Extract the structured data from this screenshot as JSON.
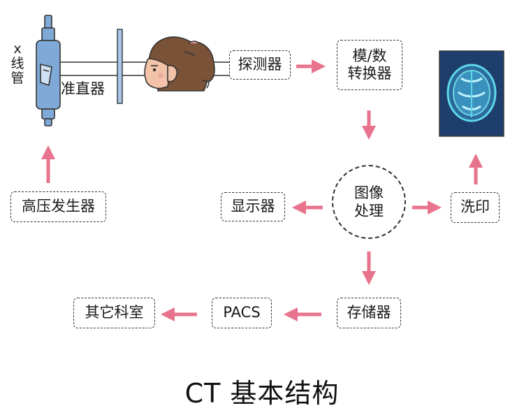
{
  "diagram": {
    "title": "CT  基本结构",
    "xray_tube": {
      "label_lines": [
        "x",
        "线",
        "管"
      ],
      "icon": "xray-tube-icon"
    },
    "collimator": {
      "label": "准直器"
    },
    "patient": {
      "icon": "patient-head-icon"
    },
    "nodes": {
      "detector": "探测器",
      "converter": [
        "模/数",
        "转换器"
      ],
      "image_processing": [
        "图像",
        "处理"
      ],
      "display": "显示器",
      "print": "洗印",
      "storage": "存储器",
      "pacs": "PACS",
      "other_dept": "其它科室",
      "hv_generator": "高压发生器"
    },
    "scan_image": {
      "icon": "ct-brain-scan-icon"
    },
    "colors": {
      "arrow": "#e8738c",
      "border": "#333333",
      "tube": "#7fa9d6",
      "scan_bg": "#1e3f6e",
      "scan_glow": "#5fd8ea"
    }
  }
}
